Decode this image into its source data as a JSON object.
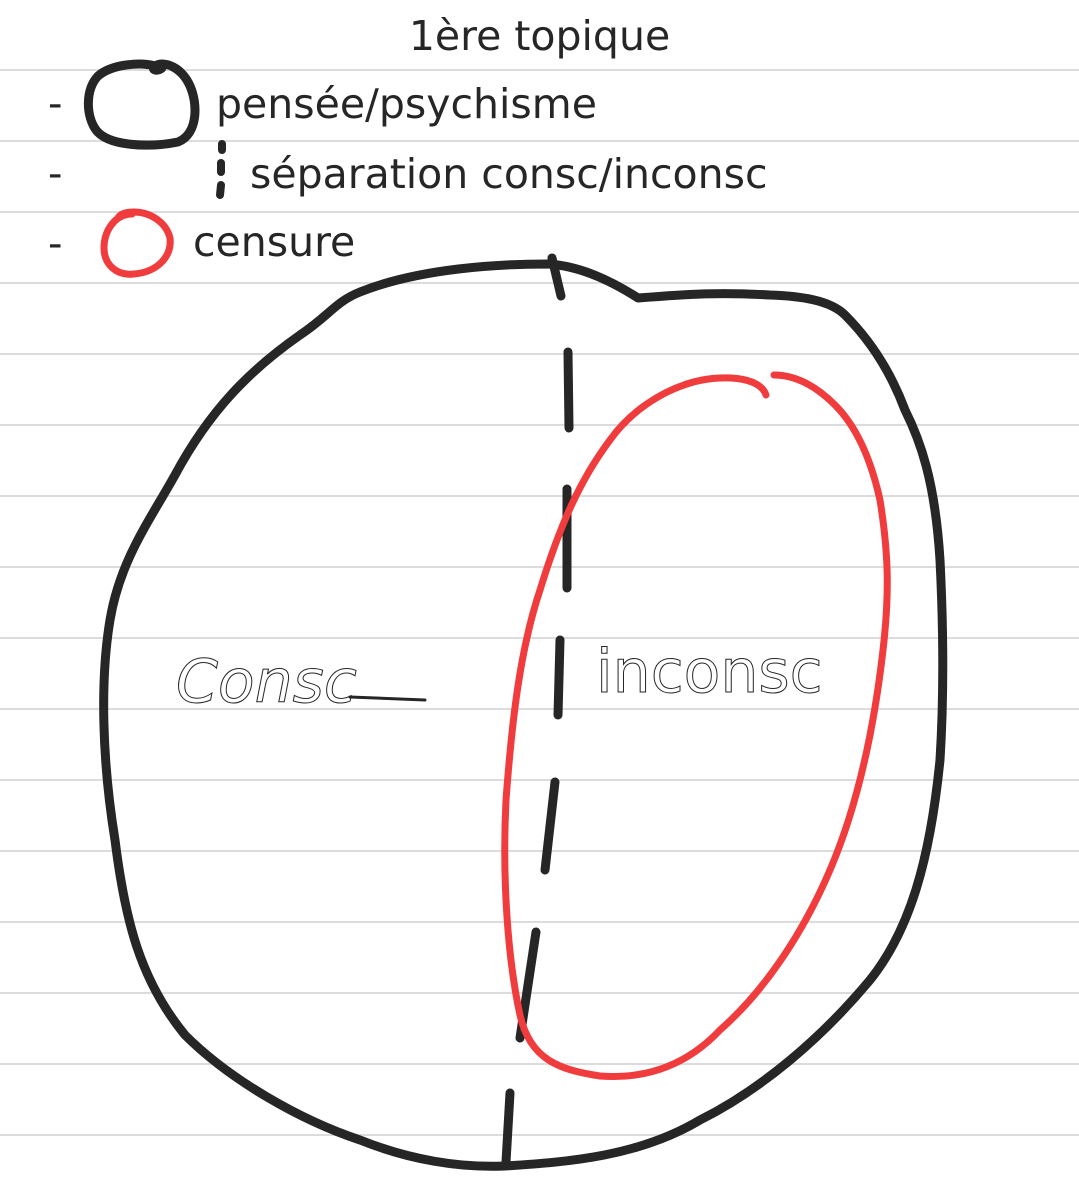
{
  "title": "1ère topique",
  "legend": {
    "items": [
      {
        "marker": "-",
        "symbol": "black-circle-symbol",
        "label": "pensée/psychisme",
        "color": "#262626"
      },
      {
        "marker": "-",
        "symbol": "dashed-line-symbol",
        "label": "séparation consc/inconsc",
        "color": "#262626"
      },
      {
        "marker": "-",
        "symbol": "red-circle-symbol",
        "label": "censure",
        "color": "#f03c3c"
      }
    ]
  },
  "diagram": {
    "left_region_label": "Consc",
    "right_region_label": "inconsc",
    "psyche_color": "#262626",
    "censure_color": "#f03c3c"
  }
}
